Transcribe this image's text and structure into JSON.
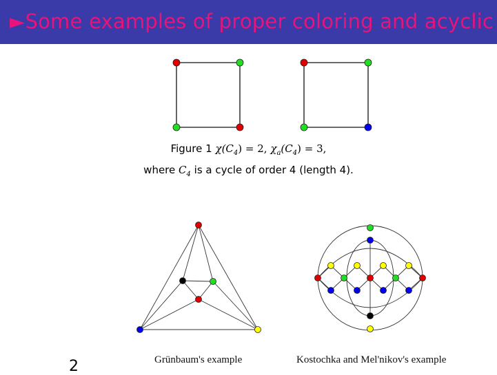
{
  "header": {
    "title": "►Some examples of proper coloring and acyclic colo"
  },
  "figure1": {
    "caption_prefix": "Figure 1",
    "chi_expr": "χ(C",
    "chi_sub": "4",
    "chi_value": ") = 2,",
    "chia_expr": "χ",
    "chia_sub_a": "a",
    "chia_c": "(C",
    "chia_sub": "4",
    "chia_value": ") = 3,",
    "line2_prefix": "where",
    "line2_c": "C",
    "line2_sub": "4",
    "line2_rest": "is a cycle of order 4 (length 4)."
  },
  "labels": {
    "grunbaum": "Grünbaum's example",
    "kostochka": "Kostochka and Mel'nikov's example"
  },
  "page_number": "2",
  "colors": {
    "header_bg": "#3a3aa8",
    "title": "#e8147a",
    "red": "#e00000",
    "green": "#22dd22",
    "blue": "#0000ee",
    "yellow": "#ffff00",
    "black": "#000000"
  }
}
